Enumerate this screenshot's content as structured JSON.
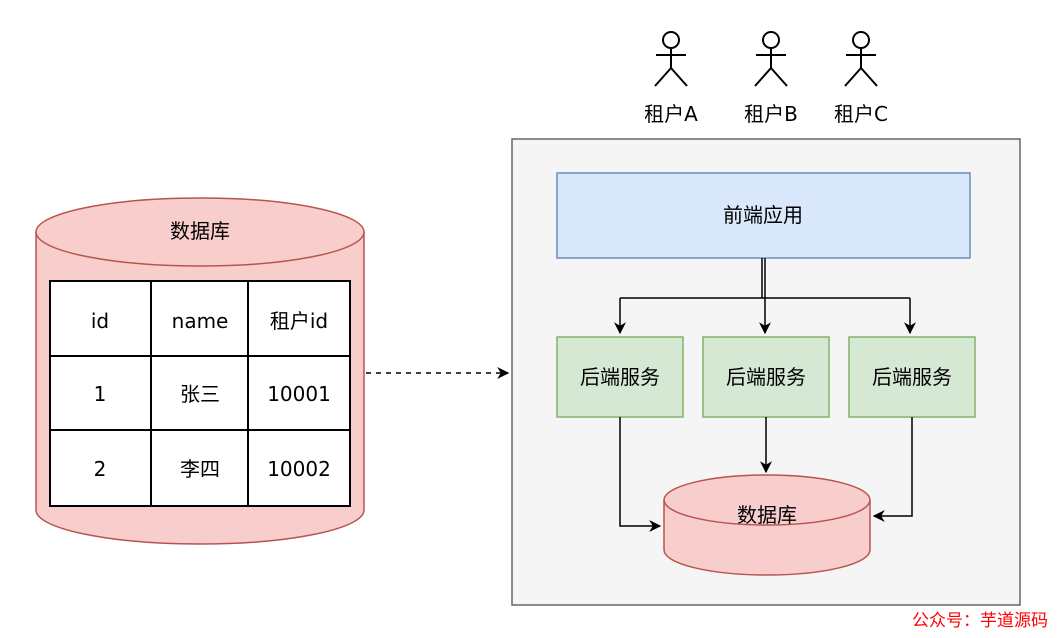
{
  "tenants": [
    {
      "label": "租户A"
    },
    {
      "label": "租户B"
    },
    {
      "label": "租户C"
    }
  ],
  "left_db": {
    "title": "数据库",
    "table": {
      "headers": [
        "id",
        "name",
        "租户id"
      ],
      "rows": [
        [
          "1",
          "张三",
          "10001"
        ],
        [
          "2",
          "李四",
          "10002"
        ]
      ]
    }
  },
  "system": {
    "frontend": "前端应用",
    "services": [
      "后端服务",
      "后端服务",
      "后端服务"
    ],
    "database": "数据库"
  },
  "watermark": "公众号：芋道源码",
  "colors": {
    "db_fill": "#f8cecc",
    "db_stroke": "#b85450",
    "frontend_fill": "#dae8fc",
    "frontend_stroke": "#6c8ebf",
    "service_fill": "#d5e8d4",
    "service_stroke": "#82b366",
    "container_fill": "#f5f5f5",
    "container_stroke": "#666666",
    "watermark": "#ff0000"
  }
}
